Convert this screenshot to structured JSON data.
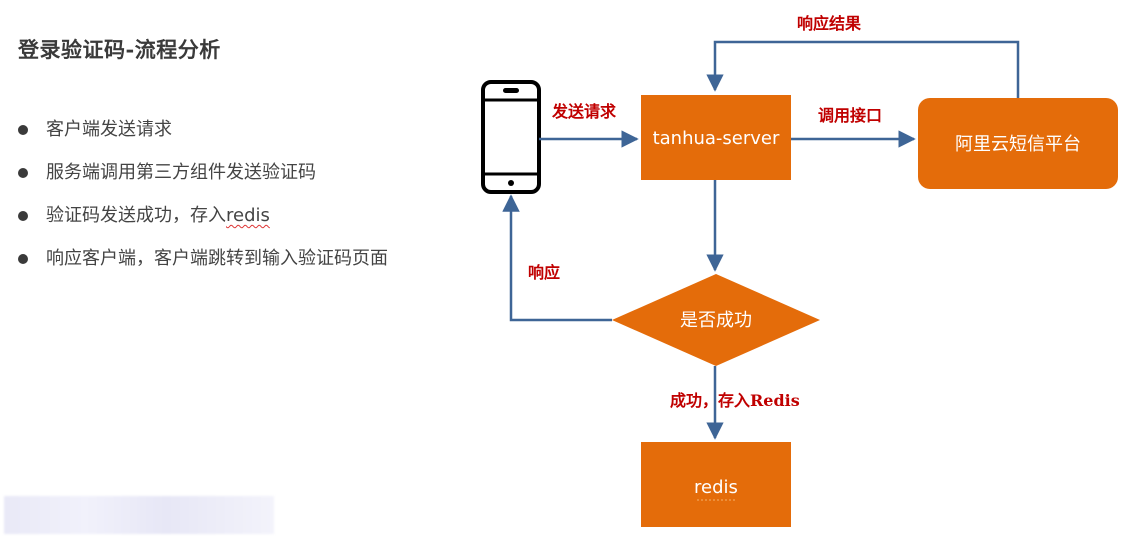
{
  "title": "登录验证码-流程分析",
  "bullets": [
    {
      "text": "客户端发送请求"
    },
    {
      "text": "服务端调用第三方组件发送验证码"
    },
    {
      "text_pre": "验证码发送成功，存入",
      "text_underlined": "redis"
    },
    {
      "text": "响应客户端，客户端跳转到输入验证码页面"
    }
  ],
  "diagram": {
    "nodes": {
      "server": "tanhua-server",
      "sms": "阿里云短信平台",
      "decision": "是否成功",
      "redis": "redis"
    },
    "edge_labels": {
      "send_request": "发送请求",
      "call_api": "调用接口",
      "response_result": "响应结果",
      "response": "响应",
      "success_store": "成功，存入Redis"
    },
    "colors": {
      "box_fill": "#e46c0a",
      "arrow": "#3e6596",
      "label": "#c00000"
    }
  }
}
